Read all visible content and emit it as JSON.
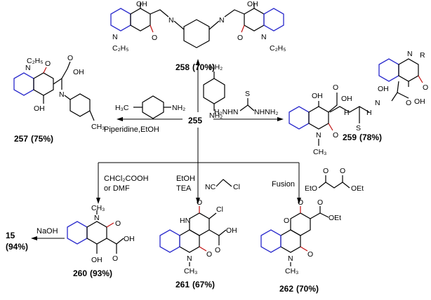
{
  "colors": {
    "benzo_ring": "#2a2acc",
    "bond": "#000000",
    "carbonyl": "#c01010"
  },
  "center": {
    "id": "255"
  },
  "compounds": [
    {
      "id": "258",
      "yield": "(70%)"
    },
    {
      "id": "257",
      "yield": "(75%)"
    },
    {
      "id": "259",
      "yield": "(78%)"
    },
    {
      "id": "260",
      "yield": "(93%)"
    },
    {
      "id": "261",
      "yield": "(67%)"
    },
    {
      "id": "262",
      "yield": "(70%)"
    },
    {
      "id": "15",
      "yield": "(94%)"
    }
  ],
  "conditions": {
    "to_257": "Piperidine,EtOH",
    "to_260_line1": "CHCl₂COOH",
    "to_260_line2": "or DMF",
    "to_261_line1": "EtOH",
    "to_261_line2": "TEA",
    "to_262": "Fusion",
    "to_15": "NaOH"
  },
  "atom_labels": {
    "OH": "OH",
    "O": "O",
    "N": "N",
    "NH": "NH",
    "HN": "HN",
    "S": "S",
    "Cl": "Cl",
    "NC": "NC",
    "R": "R",
    "Et": "C₂H₅",
    "CH3": "CH₃",
    "H3C": "H₃C",
    "NH2": "NH₂",
    "H2NHN": "H₂NHN",
    "NHNH2": "NHNH₂",
    "NN": "N",
    "H": "H",
    "OEt": "OEt",
    "EtO": "EtO"
  }
}
